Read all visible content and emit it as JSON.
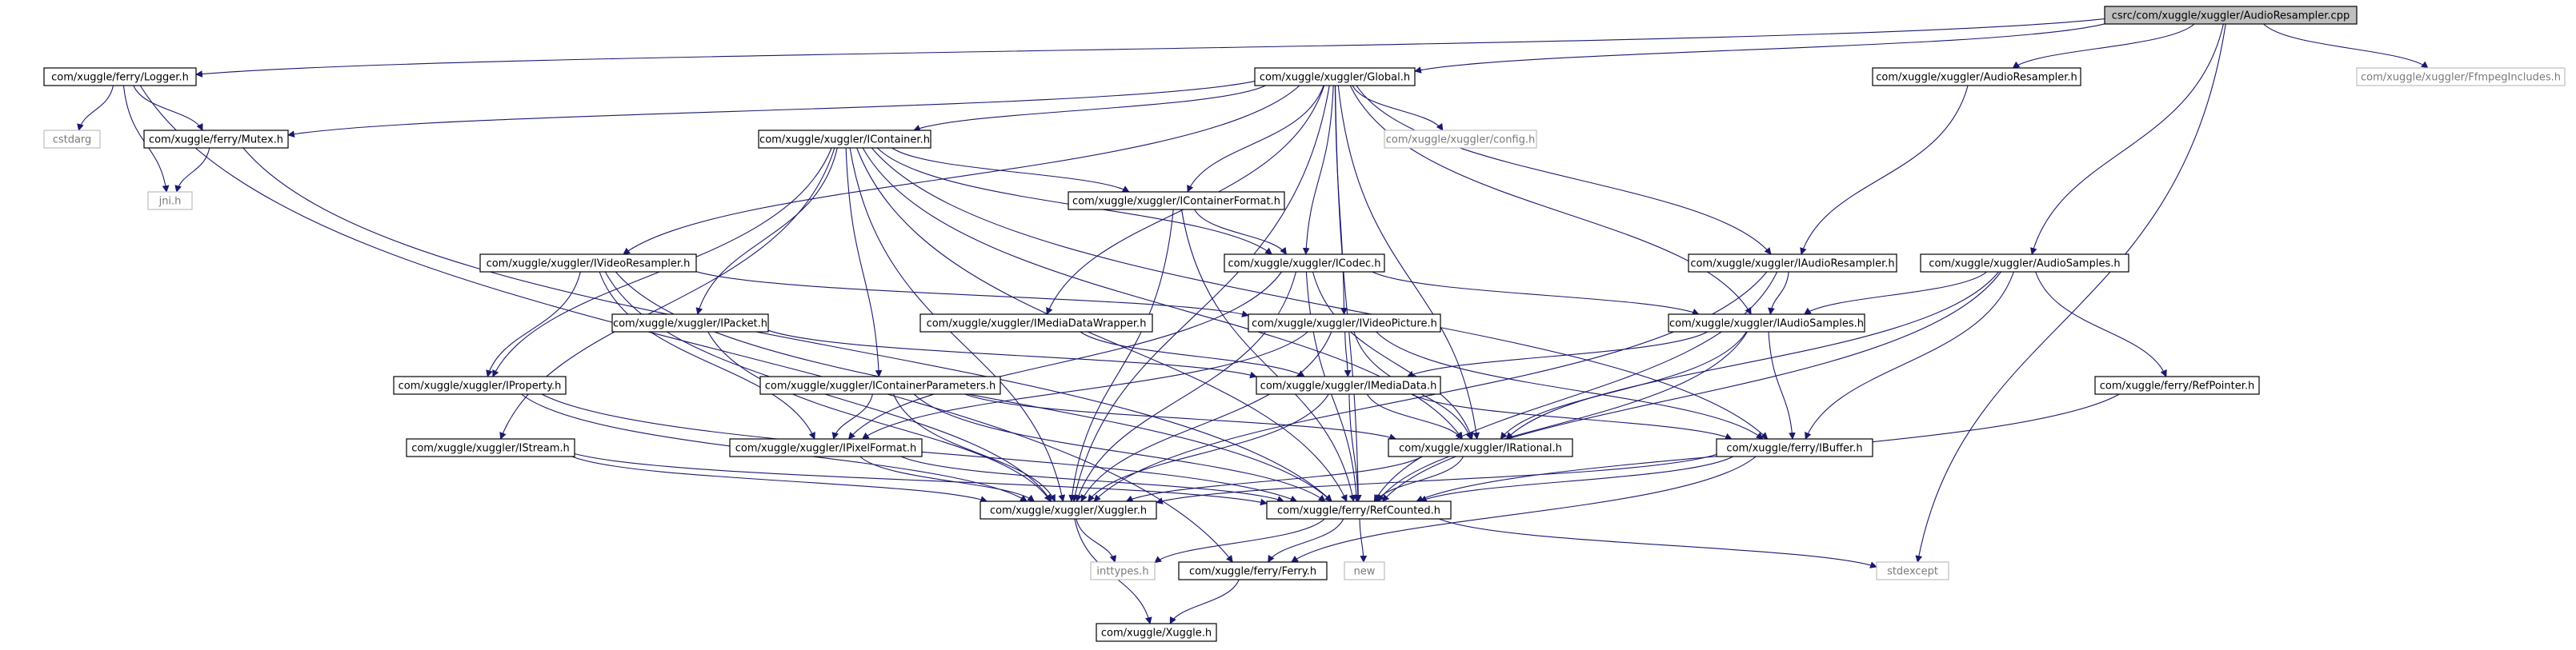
{
  "nodes": [
    {
      "id": "root",
      "label": "csrc/com/xuggle/xuggler/AudioResampler.cpp",
      "kind": "root"
    },
    {
      "id": "logger",
      "label": "com/xuggle/ferry/Logger.h",
      "kind": "internal"
    },
    {
      "id": "global",
      "label": "com/xuggle/xuggler/Global.h",
      "kind": "internal"
    },
    {
      "id": "audioresampler_h",
      "label": "com/xuggle/xuggler/AudioResampler.h",
      "kind": "internal"
    },
    {
      "id": "ffmpegincludes",
      "label": "com/xuggle/xuggler/FfmpegIncludes.h",
      "kind": "external"
    },
    {
      "id": "cstdarg",
      "label": "cstdarg",
      "kind": "external"
    },
    {
      "id": "mutex",
      "label": "com/xuggle/ferry/Mutex.h",
      "kind": "internal"
    },
    {
      "id": "icontainer",
      "label": "com/xuggle/xuggler/IContainer.h",
      "kind": "internal"
    },
    {
      "id": "config",
      "label": "com/xuggle/xuggler/config.h",
      "kind": "external"
    },
    {
      "id": "jni",
      "label": "jni.h",
      "kind": "external"
    },
    {
      "id": "icontainerformat",
      "label": "com/xuggle/xuggler/IContainerFormat.h",
      "kind": "internal"
    },
    {
      "id": "ivideoresampler",
      "label": "com/xuggle/xuggler/IVideoResampler.h",
      "kind": "internal"
    },
    {
      "id": "icodec",
      "label": "com/xuggle/xuggler/ICodec.h",
      "kind": "internal"
    },
    {
      "id": "iaudioresampler",
      "label": "com/xuggle/xuggler/IAudioResampler.h",
      "kind": "internal"
    },
    {
      "id": "audiosamples",
      "label": "com/xuggle/xuggler/AudioSamples.h",
      "kind": "internal"
    },
    {
      "id": "ipacket",
      "label": "com/xuggle/xuggler/IPacket.h",
      "kind": "internal"
    },
    {
      "id": "imediadatawrapper",
      "label": "com/xuggle/xuggler/IMediaDataWrapper.h",
      "kind": "internal"
    },
    {
      "id": "ivideopicture",
      "label": "com/xuggle/xuggler/IVideoPicture.h",
      "kind": "internal"
    },
    {
      "id": "iaudiosamples",
      "label": "com/xuggle/xuggler/IAudioSamples.h",
      "kind": "internal"
    },
    {
      "id": "iproperty",
      "label": "com/xuggle/xuggler/IProperty.h",
      "kind": "internal"
    },
    {
      "id": "icontainerparameters",
      "label": "com/xuggle/xuggler/IContainerParameters.h",
      "kind": "internal"
    },
    {
      "id": "imediadata",
      "label": "com/xuggle/xuggler/IMediaData.h",
      "kind": "internal"
    },
    {
      "id": "refpointer",
      "label": "com/xuggle/ferry/RefPointer.h",
      "kind": "internal"
    },
    {
      "id": "istream",
      "label": "com/xuggle/xuggler/IStream.h",
      "kind": "internal"
    },
    {
      "id": "ipixelformat",
      "label": "com/xuggle/xuggler/IPixelFormat.h",
      "kind": "internal"
    },
    {
      "id": "irational",
      "label": "com/xuggle/xuggler/IRational.h",
      "kind": "internal"
    },
    {
      "id": "ibuffer",
      "label": "com/xuggle/ferry/IBuffer.h",
      "kind": "internal"
    },
    {
      "id": "xuggler",
      "label": "com/xuggle/xuggler/Xuggler.h",
      "kind": "internal"
    },
    {
      "id": "refcounted",
      "label": "com/xuggle/ferry/RefCounted.h",
      "kind": "internal"
    },
    {
      "id": "inttypes",
      "label": "inttypes.h",
      "kind": "external"
    },
    {
      "id": "ferry",
      "label": "com/xuggle/ferry/Ferry.h",
      "kind": "internal"
    },
    {
      "id": "new",
      "label": "new",
      "kind": "external"
    },
    {
      "id": "stdexcept",
      "label": "stdexcept",
      "kind": "external"
    },
    {
      "id": "xuggle",
      "label": "com/xuggle/Xuggle.h",
      "kind": "internal"
    }
  ],
  "edges": [
    [
      "root",
      "logger"
    ],
    [
      "root",
      "global"
    ],
    [
      "root",
      "audioresampler_h"
    ],
    [
      "root",
      "ffmpegincludes"
    ],
    [
      "root",
      "audiosamples"
    ],
    [
      "root",
      "stdexcept"
    ],
    [
      "logger",
      "cstdarg"
    ],
    [
      "logger",
      "mutex"
    ],
    [
      "logger",
      "jni"
    ],
    [
      "logger",
      "ferry"
    ],
    [
      "mutex",
      "jni"
    ],
    [
      "mutex",
      "refcounted"
    ],
    [
      "global",
      "mutex"
    ],
    [
      "global",
      "icontainer"
    ],
    [
      "global",
      "config"
    ],
    [
      "global",
      "icontainerformat"
    ],
    [
      "global",
      "ivideoresampler"
    ],
    [
      "global",
      "icodec"
    ],
    [
      "global",
      "iaudioresampler"
    ],
    [
      "global",
      "imediadatawrapper"
    ],
    [
      "global",
      "ivideopicture"
    ],
    [
      "global",
      "iaudiosamples"
    ],
    [
      "global",
      "irational"
    ],
    [
      "global",
      "refcounted"
    ],
    [
      "global",
      "xuggler"
    ],
    [
      "icontainer",
      "icontainerformat"
    ],
    [
      "icontainer",
      "icodec"
    ],
    [
      "icontainer",
      "ipacket"
    ],
    [
      "icontainer",
      "iproperty"
    ],
    [
      "icontainer",
      "icontainerparameters"
    ],
    [
      "icontainer",
      "istream"
    ],
    [
      "icontainer",
      "xuggler"
    ],
    [
      "icontainer",
      "refcounted"
    ],
    [
      "icontainer",
      "ibuffer"
    ],
    [
      "icontainer",
      "irational"
    ],
    [
      "icontainerformat",
      "icodec"
    ],
    [
      "icontainerformat",
      "xuggler"
    ],
    [
      "icontainerformat",
      "refcounted"
    ],
    [
      "ivideoresampler",
      "iproperty"
    ],
    [
      "ivideoresampler",
      "ivideopicture"
    ],
    [
      "ivideoresampler",
      "ipixelformat"
    ],
    [
      "ivideoresampler",
      "xuggler"
    ],
    [
      "ivideoresampler",
      "refcounted"
    ],
    [
      "icodec",
      "iaudiosamples"
    ],
    [
      "icodec",
      "irational"
    ],
    [
      "icodec",
      "ipixelformat"
    ],
    [
      "icodec",
      "xuggler"
    ],
    [
      "icodec",
      "refcounted"
    ],
    [
      "audioresampler_h",
      "iaudioresampler"
    ],
    [
      "iaudioresampler",
      "iaudiosamples"
    ],
    [
      "iaudioresampler",
      "refcounted"
    ],
    [
      "iaudioresampler",
      "xuggler"
    ],
    [
      "audiosamples",
      "iaudiosamples"
    ],
    [
      "audiosamples",
      "refpointer"
    ],
    [
      "audiosamples",
      "ibuffer"
    ],
    [
      "audiosamples",
      "irational"
    ],
    [
      "audiosamples",
      "refcounted"
    ],
    [
      "ipacket",
      "imediadata"
    ],
    [
      "ipacket",
      "xuggler"
    ],
    [
      "imediadatawrapper",
      "imediadata"
    ],
    [
      "ivideopicture",
      "imediadata"
    ],
    [
      "ivideopicture",
      "ipixelformat"
    ],
    [
      "ivideopicture",
      "irational"
    ],
    [
      "ivideopicture",
      "ibuffer"
    ],
    [
      "ivideopicture",
      "xuggler"
    ],
    [
      "iaudiosamples",
      "imediadata"
    ],
    [
      "iaudiosamples",
      "irational"
    ],
    [
      "iaudiosamples",
      "ibuffer"
    ],
    [
      "iaudiosamples",
      "refcounted"
    ],
    [
      "iproperty",
      "xuggler"
    ],
    [
      "iproperty",
      "refcounted"
    ],
    [
      "icontainerparameters",
      "ipixelformat"
    ],
    [
      "icontainerparameters",
      "irational"
    ],
    [
      "icontainerparameters",
      "xuggler"
    ],
    [
      "icontainerparameters",
      "refcounted"
    ],
    [
      "imediadata",
      "irational"
    ],
    [
      "imediadata",
      "ibuffer"
    ],
    [
      "imediadata",
      "refcounted"
    ],
    [
      "imediadata",
      "xuggler"
    ],
    [
      "refpointer",
      "refcounted"
    ],
    [
      "istream",
      "xuggler"
    ],
    [
      "istream",
      "refcounted"
    ],
    [
      "ipixelformat",
      "xuggler"
    ],
    [
      "ipixelformat",
      "refcounted"
    ],
    [
      "irational",
      "xuggler"
    ],
    [
      "irational",
      "refcounted"
    ],
    [
      "ibuffer",
      "refcounted"
    ],
    [
      "ibuffer",
      "xuggler"
    ],
    [
      "ibuffer",
      "ferry"
    ],
    [
      "xuggler",
      "inttypes"
    ],
    [
      "xuggler",
      "xuggle"
    ],
    [
      "refcounted",
      "inttypes"
    ],
    [
      "refcounted",
      "ferry"
    ],
    [
      "refcounted",
      "new"
    ],
    [
      "refcounted",
      "stdexcept"
    ],
    [
      "ferry",
      "xuggle"
    ]
  ]
}
